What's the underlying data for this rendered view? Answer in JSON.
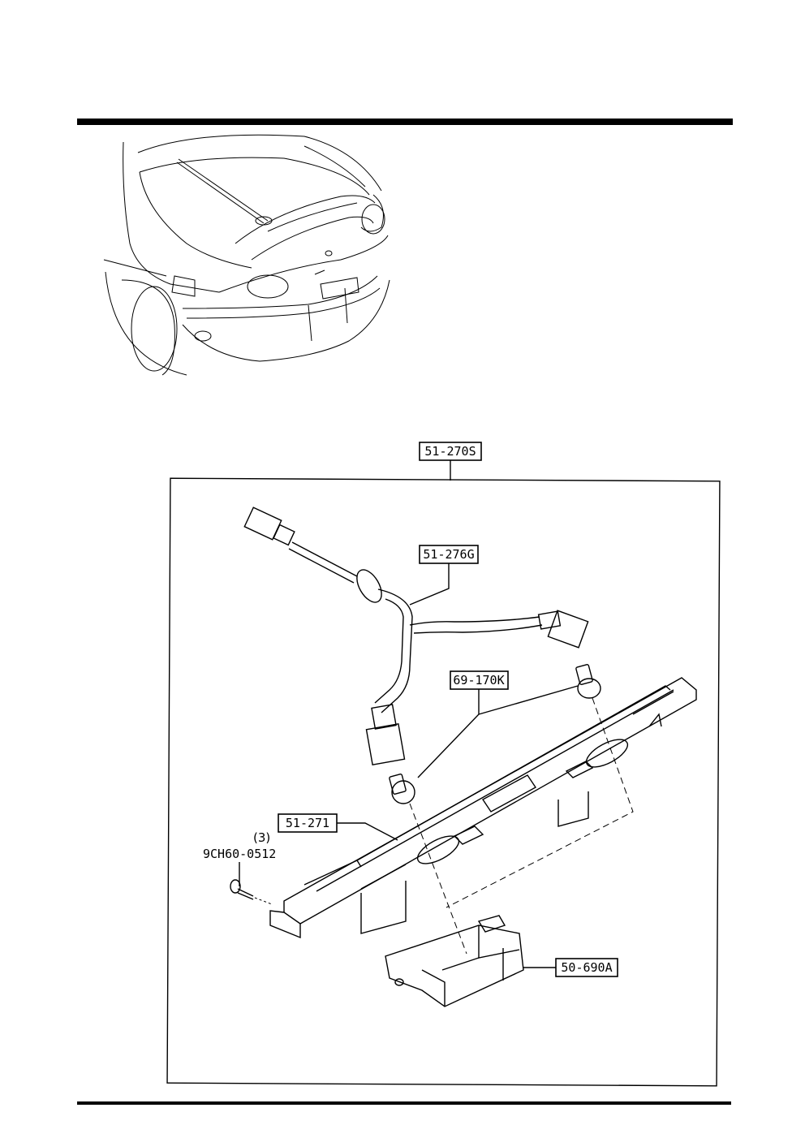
{
  "diagram": {
    "callouts": {
      "assembly": "51-270S",
      "harness": "51-276G",
      "bulb": "69-170K",
      "bracket": "51-271",
      "cover": "50-690A",
      "screw_part": "9CH60-0512",
      "screw_qty": "(3)"
    }
  }
}
